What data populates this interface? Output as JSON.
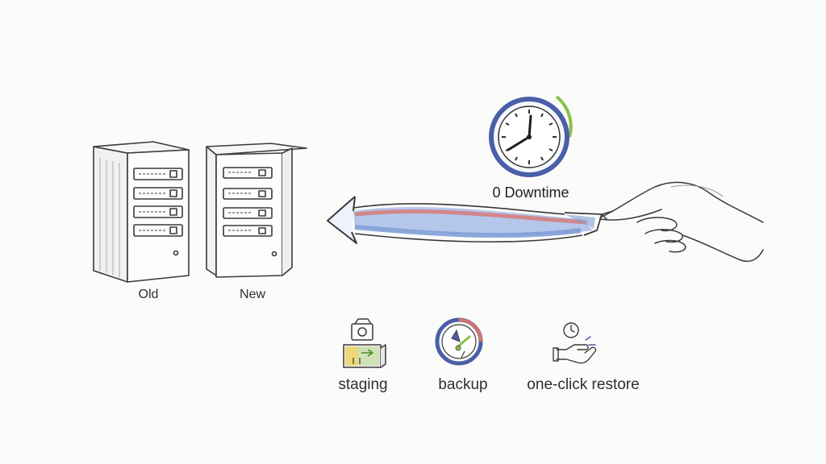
{
  "servers": {
    "old_label": "Old",
    "new_label": "New"
  },
  "downtime": {
    "label": "0 Downtime"
  },
  "features": [
    {
      "label": "staging",
      "icon": "staging-box-icon"
    },
    {
      "label": "backup",
      "icon": "backup-dial-icon"
    },
    {
      "label": "one-click restore",
      "icon": "hand-click-icon"
    }
  ],
  "colors": {
    "ink": "#3a3a3a",
    "clock_ring": "#4a5fa8",
    "arrow_blue": "#7f9fd6",
    "arrow_red": "#d9726a",
    "accent_green": "#8cc04a",
    "accent_yellow": "#e8d25a"
  }
}
